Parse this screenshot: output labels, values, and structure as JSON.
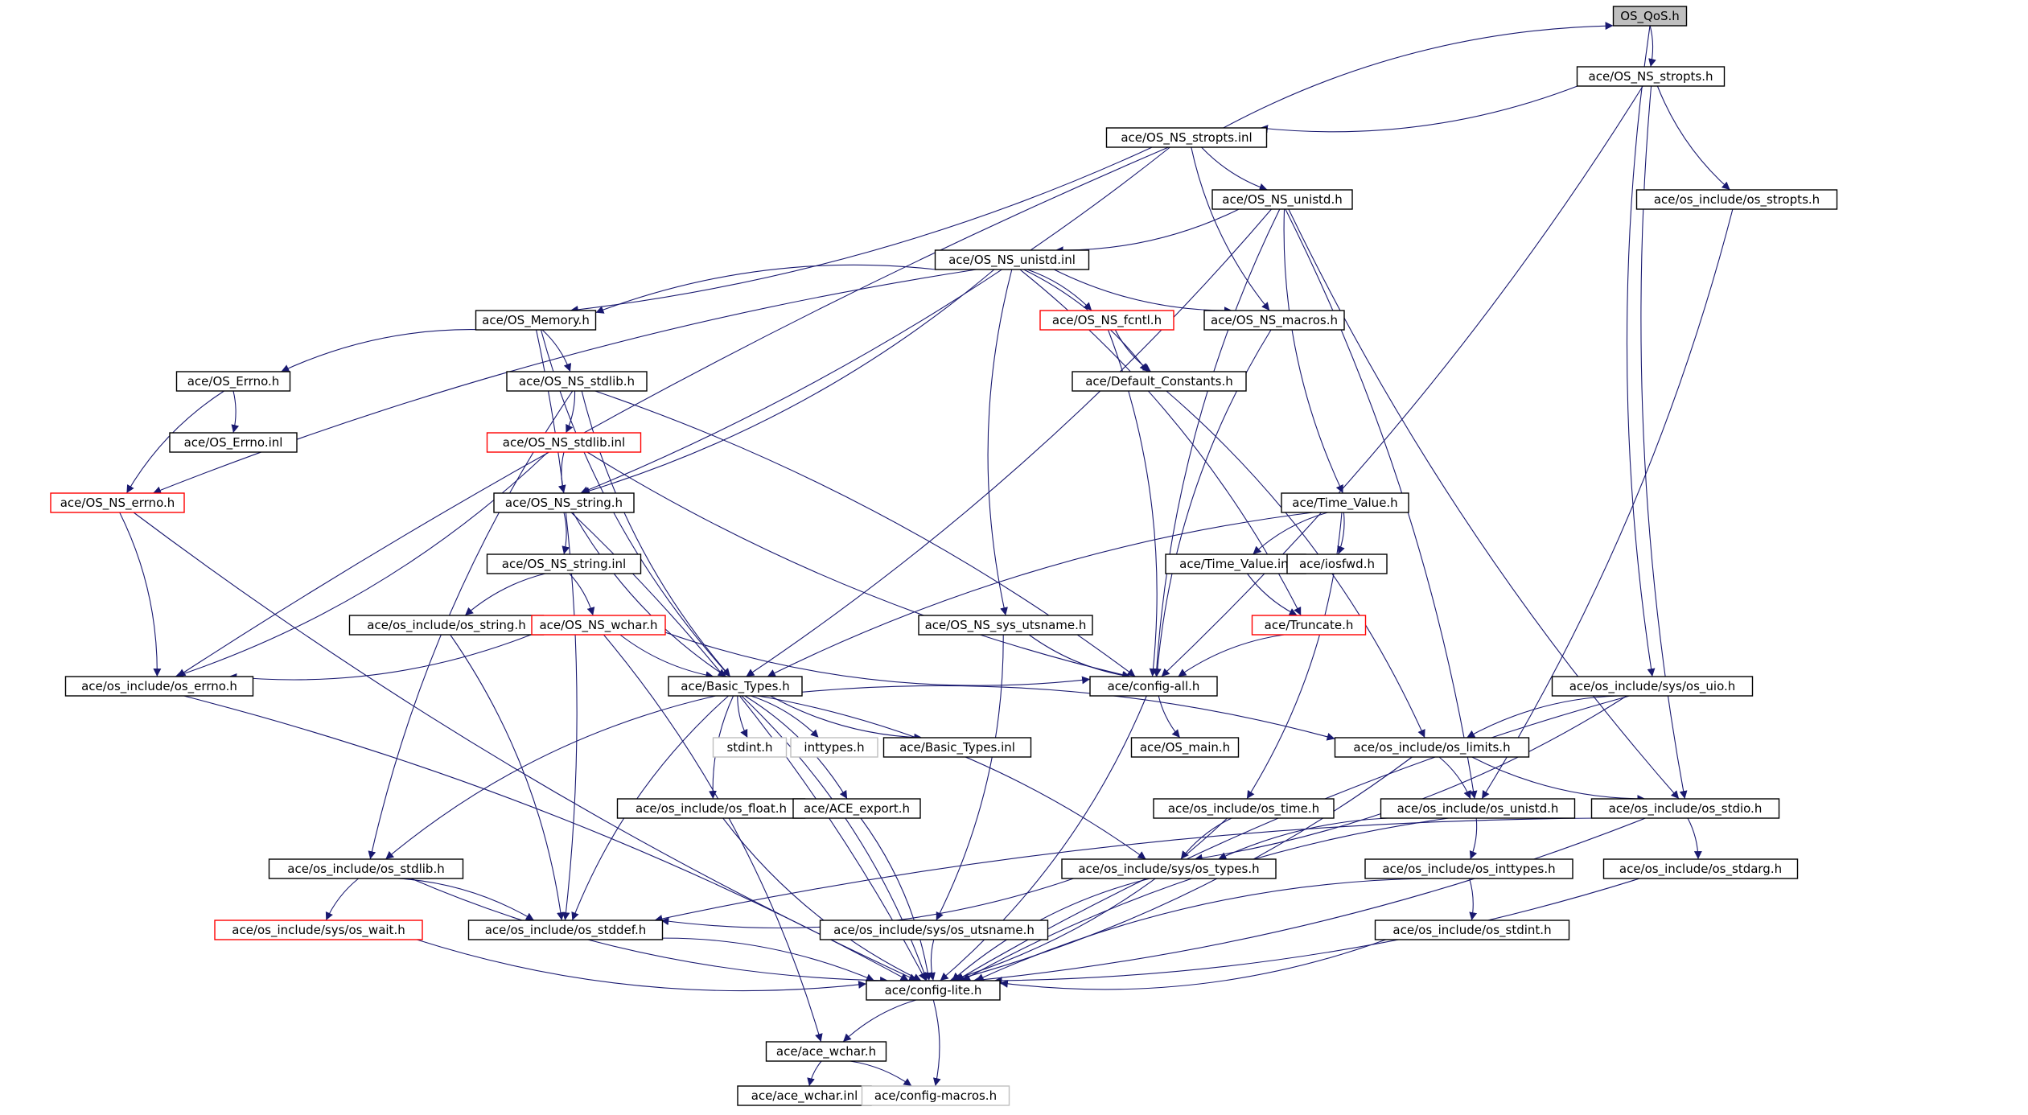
{
  "graph": {
    "title": "OS_QoS.h",
    "colors": {
      "edge": "#191970",
      "normal_border": "#000000",
      "truncated_border": "#ff0000",
      "external_border": "#bfbfbf",
      "root_fill": "#bfbfbf"
    },
    "nodes": [
      {
        "id": "os_qos",
        "label": "OS_QoS.h",
        "style": "root"
      },
      {
        "id": "ns_stropts_h",
        "label": "ace/OS_NS_stropts.h",
        "style": "normal"
      },
      {
        "id": "ns_stropts_inl",
        "label": "ace/OS_NS_stropts.inl",
        "style": "normal"
      },
      {
        "id": "ns_unistd_h",
        "label": "ace/OS_NS_unistd.h",
        "style": "normal"
      },
      {
        "id": "osinc_stropts",
        "label": "ace/os_include/os_stropts.h",
        "style": "normal"
      },
      {
        "id": "ns_unistd_inl",
        "label": "ace/OS_NS_unistd.inl",
        "style": "normal"
      },
      {
        "id": "os_memory",
        "label": "ace/OS_Memory.h",
        "style": "normal"
      },
      {
        "id": "ns_fcntl",
        "label": "ace/OS_NS_fcntl.h",
        "style": "truncated"
      },
      {
        "id": "ns_macros",
        "label": "ace/OS_NS_macros.h",
        "style": "normal"
      },
      {
        "id": "os_errno_h",
        "label": "ace/OS_Errno.h",
        "style": "normal"
      },
      {
        "id": "ns_stdlib_h",
        "label": "ace/OS_NS_stdlib.h",
        "style": "normal"
      },
      {
        "id": "default_const",
        "label": "ace/Default_Constants.h",
        "style": "normal"
      },
      {
        "id": "os_errno_inl",
        "label": "ace/OS_Errno.inl",
        "style": "normal"
      },
      {
        "id": "ns_stdlib_inl",
        "label": "ace/OS_NS_stdlib.inl",
        "style": "truncated"
      },
      {
        "id": "ns_errno",
        "label": "ace/OS_NS_errno.h",
        "style": "truncated"
      },
      {
        "id": "ns_string_h",
        "label": "ace/OS_NS_string.h",
        "style": "normal"
      },
      {
        "id": "time_value_h",
        "label": "ace/Time_Value.h",
        "style": "normal"
      },
      {
        "id": "ns_string_inl",
        "label": "ace/OS_NS_string.inl",
        "style": "normal"
      },
      {
        "id": "time_value_inl",
        "label": "ace/Time_Value.inl",
        "style": "normal"
      },
      {
        "id": "iosfwd",
        "label": "ace/iosfwd.h",
        "style": "normal"
      },
      {
        "id": "osinc_string",
        "label": "ace/os_include/os_string.h",
        "style": "normal"
      },
      {
        "id": "ns_wchar",
        "label": "ace/OS_NS_wchar.h",
        "style": "truncated"
      },
      {
        "id": "ns_sys_utsname",
        "label": "ace/OS_NS_sys_utsname.h",
        "style": "normal"
      },
      {
        "id": "truncate",
        "label": "ace/Truncate.h",
        "style": "truncated"
      },
      {
        "id": "osinc_errno",
        "label": "ace/os_include/os_errno.h",
        "style": "normal"
      },
      {
        "id": "basic_types_h",
        "label": "ace/Basic_Types.h",
        "style": "normal"
      },
      {
        "id": "config_all",
        "label": "ace/config-all.h",
        "style": "normal"
      },
      {
        "id": "osinc_sys_uio",
        "label": "ace/os_include/sys/os_uio.h",
        "style": "normal"
      },
      {
        "id": "stdint",
        "label": "stdint.h",
        "style": "external"
      },
      {
        "id": "inttypes",
        "label": "inttypes.h",
        "style": "external"
      },
      {
        "id": "basic_types_inl",
        "label": "ace/Basic_Types.inl",
        "style": "normal"
      },
      {
        "id": "os_main",
        "label": "ace/OS_main.h",
        "style": "normal"
      },
      {
        "id": "osinc_limits",
        "label": "ace/os_include/os_limits.h",
        "style": "normal"
      },
      {
        "id": "osinc_float",
        "label": "ace/os_include/os_float.h",
        "style": "normal"
      },
      {
        "id": "ace_export",
        "label": "ace/ACE_export.h",
        "style": "normal"
      },
      {
        "id": "osinc_time",
        "label": "ace/os_include/os_time.h",
        "style": "normal"
      },
      {
        "id": "osinc_unistd",
        "label": "ace/os_include/os_unistd.h",
        "style": "normal"
      },
      {
        "id": "osinc_stdio",
        "label": "ace/os_include/os_stdio.h",
        "style": "normal"
      },
      {
        "id": "osinc_stdlib",
        "label": "ace/os_include/os_stdlib.h",
        "style": "normal"
      },
      {
        "id": "osinc_sys_types",
        "label": "ace/os_include/sys/os_types.h",
        "style": "normal"
      },
      {
        "id": "osinc_inttypes",
        "label": "ace/os_include/os_inttypes.h",
        "style": "normal"
      },
      {
        "id": "osinc_stdarg",
        "label": "ace/os_include/os_stdarg.h",
        "style": "normal"
      },
      {
        "id": "osinc_sys_wait",
        "label": "ace/os_include/sys/os_wait.h",
        "style": "truncated"
      },
      {
        "id": "osinc_stddef",
        "label": "ace/os_include/os_stddef.h",
        "style": "normal"
      },
      {
        "id": "osinc_sys_utsname",
        "label": "ace/os_include/sys/os_utsname.h",
        "style": "normal"
      },
      {
        "id": "osinc_stdint",
        "label": "ace/os_include/os_stdint.h",
        "style": "normal"
      },
      {
        "id": "config_lite",
        "label": "ace/config-lite.h",
        "style": "normal"
      },
      {
        "id": "ace_wchar_h",
        "label": "ace/ace_wchar.h",
        "style": "normal"
      },
      {
        "id": "ace_wchar_inl",
        "label": "ace/ace_wchar.inl",
        "style": "normal"
      },
      {
        "id": "config_macros",
        "label": "ace/config-macros.h",
        "style": "external"
      }
    ],
    "edges": [
      [
        "os_qos",
        "ns_stropts_h"
      ],
      [
        "os_qos",
        "osinc_sys_uio"
      ],
      [
        "ns_stropts_h",
        "ns_stropts_inl"
      ],
      [
        "ns_stropts_h",
        "osinc_stropts"
      ],
      [
        "ns_stropts_h",
        "config_all"
      ],
      [
        "ns_stropts_h",
        "osinc_stdio"
      ],
      [
        "ns_stropts_inl",
        "os_qos"
      ],
      [
        "ns_stropts_inl",
        "ns_unistd_h"
      ],
      [
        "ns_stropts_inl",
        "os_memory"
      ],
      [
        "ns_stropts_inl",
        "ns_macros"
      ],
      [
        "ns_stropts_inl",
        "ns_string_h"
      ],
      [
        "ns_stropts_inl",
        "osinc_errno"
      ],
      [
        "ns_unistd_h",
        "ns_unistd_inl"
      ],
      [
        "ns_unistd_h",
        "time_value_h"
      ],
      [
        "ns_unistd_h",
        "basic_types_h"
      ],
      [
        "ns_unistd_h",
        "config_all"
      ],
      [
        "ns_unistd_h",
        "osinc_unistd"
      ],
      [
        "ns_unistd_h",
        "osinc_stdio"
      ],
      [
        "osinc_stropts",
        "osinc_unistd"
      ],
      [
        "ns_unistd_inl",
        "os_memory"
      ],
      [
        "ns_unistd_inl",
        "ns_fcntl"
      ],
      [
        "ns_unistd_inl",
        "ns_macros"
      ],
      [
        "ns_unistd_inl",
        "default_const"
      ],
      [
        "ns_unistd_inl",
        "ns_errno"
      ],
      [
        "ns_unistd_inl",
        "ns_string_h"
      ],
      [
        "ns_unistd_inl",
        "ns_sys_utsname"
      ],
      [
        "ns_unistd_inl",
        "truncate"
      ],
      [
        "os_memory",
        "os_errno_h"
      ],
      [
        "os_memory",
        "ns_stdlib_h"
      ],
      [
        "os_memory",
        "basic_types_h"
      ],
      [
        "os_memory",
        "osinc_stddef"
      ],
      [
        "ns_fcntl",
        "default_const"
      ],
      [
        "ns_fcntl",
        "config_all"
      ],
      [
        "ns_macros",
        "config_all"
      ],
      [
        "os_errno_h",
        "os_errno_inl"
      ],
      [
        "os_errno_h",
        "ns_errno"
      ],
      [
        "ns_stdlib_h",
        "ns_stdlib_inl"
      ],
      [
        "ns_stdlib_h",
        "basic_types_h"
      ],
      [
        "ns_stdlib_h",
        "config_all"
      ],
      [
        "ns_stdlib_h",
        "osinc_stdlib"
      ],
      [
        "default_const",
        "osinc_limits"
      ],
      [
        "ns_stdlib_inl",
        "ns_string_h"
      ],
      [
        "ns_stdlib_inl",
        "osinc_errno"
      ],
      [
        "ns_stdlib_inl",
        "config_all"
      ],
      [
        "ns_errno",
        "osinc_errno"
      ],
      [
        "ns_errno",
        "config_lite"
      ],
      [
        "ns_string_h",
        "ns_string_inl"
      ],
      [
        "ns_string_h",
        "basic_types_h"
      ],
      [
        "ns_string_h",
        "config_lite"
      ],
      [
        "time_value_h",
        "time_value_inl"
      ],
      [
        "time_value_h",
        "iosfwd"
      ],
      [
        "time_value_h",
        "basic_types_h"
      ],
      [
        "time_value_h",
        "osinc_time"
      ],
      [
        "ns_string_inl",
        "osinc_string"
      ],
      [
        "ns_string_inl",
        "ns_wchar"
      ],
      [
        "time_value_inl",
        "truncate"
      ],
      [
        "osinc_string",
        "osinc_stddef"
      ],
      [
        "ns_wchar",
        "basic_types_h"
      ],
      [
        "ns_wchar",
        "osinc_errno"
      ],
      [
        "ns_wchar",
        "config_all"
      ],
      [
        "ns_wchar",
        "ace_wchar_h"
      ],
      [
        "ns_sys_utsname",
        "config_all"
      ],
      [
        "ns_sys_utsname",
        "osinc_sys_utsname"
      ],
      [
        "truncate",
        "config_all"
      ],
      [
        "osinc_errno",
        "config_lite"
      ],
      [
        "basic_types_h",
        "stdint"
      ],
      [
        "basic_types_h",
        "inttypes"
      ],
      [
        "basic_types_h",
        "basic_types_inl"
      ],
      [
        "basic_types_h",
        "osinc_limits"
      ],
      [
        "basic_types_h",
        "osinc_float"
      ],
      [
        "basic_types_h",
        "ace_export"
      ],
      [
        "basic_types_h",
        "osinc_stdlib"
      ],
      [
        "basic_types_h",
        "osinc_sys_types"
      ],
      [
        "basic_types_h",
        "osinc_stddef"
      ],
      [
        "basic_types_h",
        "config_lite"
      ],
      [
        "config_all",
        "os_main"
      ],
      [
        "config_all",
        "config_lite"
      ],
      [
        "osinc_sys_uio",
        "osinc_limits"
      ],
      [
        "osinc_sys_uio",
        "osinc_sys_types"
      ],
      [
        "osinc_sys_uio",
        "config_lite"
      ],
      [
        "osinc_limits",
        "osinc_unistd"
      ],
      [
        "osinc_limits",
        "osinc_stdio"
      ],
      [
        "osinc_limits",
        "config_lite"
      ],
      [
        "osinc_float",
        "config_lite"
      ],
      [
        "ace_export",
        "config_lite"
      ],
      [
        "osinc_time",
        "osinc_sys_types"
      ],
      [
        "osinc_time",
        "config_lite"
      ],
      [
        "osinc_unistd",
        "osinc_sys_types"
      ],
      [
        "osinc_unistd",
        "osinc_inttypes"
      ],
      [
        "osinc_unistd",
        "config_lite"
      ],
      [
        "osinc_stdio",
        "osinc_stdarg"
      ],
      [
        "osinc_stdio",
        "osinc_stddef"
      ],
      [
        "osinc_stdio",
        "config_lite"
      ],
      [
        "osinc_stdlib",
        "osinc_sys_wait"
      ],
      [
        "osinc_stdlib",
        "osinc_stddef"
      ],
      [
        "osinc_stdlib",
        "config_lite"
      ],
      [
        "osinc_sys_types",
        "osinc_stddef"
      ],
      [
        "osinc_sys_types",
        "config_lite"
      ],
      [
        "osinc_inttypes",
        "osinc_stdint"
      ],
      [
        "osinc_inttypes",
        "config_lite"
      ],
      [
        "osinc_stdarg",
        "config_lite"
      ],
      [
        "osinc_sys_wait",
        "config_lite"
      ],
      [
        "osinc_stddef",
        "config_lite"
      ],
      [
        "osinc_sys_utsname",
        "config_lite"
      ],
      [
        "osinc_stdint",
        "config_lite"
      ],
      [
        "config_lite",
        "ace_wchar_h"
      ],
      [
        "config_lite",
        "config_macros"
      ],
      [
        "ace_wchar_h",
        "ace_wchar_inl"
      ],
      [
        "ace_wchar_h",
        "config_macros"
      ]
    ]
  }
}
